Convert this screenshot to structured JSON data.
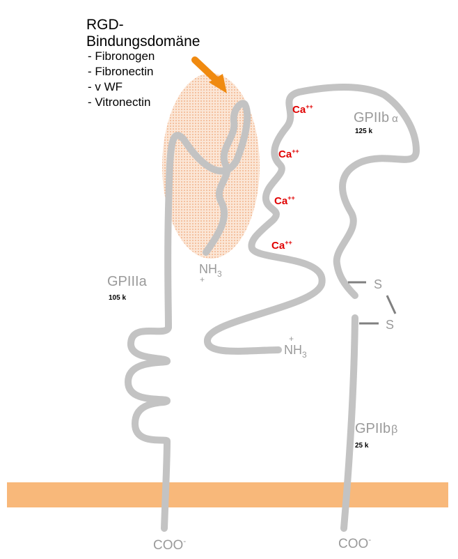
{
  "domain_title": {
    "line1": "RGD-",
    "line2": "Bindungsdomäne"
  },
  "ligands": [
    "- Fibronogen",
    "- Fibronectin",
    "- v WF",
    "- Vitronectin"
  ],
  "gp3a": {
    "name": "GPIIIa",
    "mass": "105 k"
  },
  "gp2b_alpha": {
    "name": "GPIIb",
    "greek": "α",
    "mass": "125 k"
  },
  "gp2b_beta": {
    "name": "GPIIb",
    "greek": "β",
    "mass": "25 k"
  },
  "calcium": {
    "base": "Ca",
    "charge": "++"
  },
  "nh3": {
    "n": "NH",
    "sub": "3",
    "plus": "+"
  },
  "coo": {
    "base": "COO",
    "charge": "-"
  },
  "disulfide": {
    "s": "S"
  },
  "colors": {
    "membrane": "#f8b87a",
    "chain": "#c3c3c3",
    "arrow": "#f08a10",
    "calcium": "#e00000",
    "domain_fill": "#f6c7a6"
  }
}
